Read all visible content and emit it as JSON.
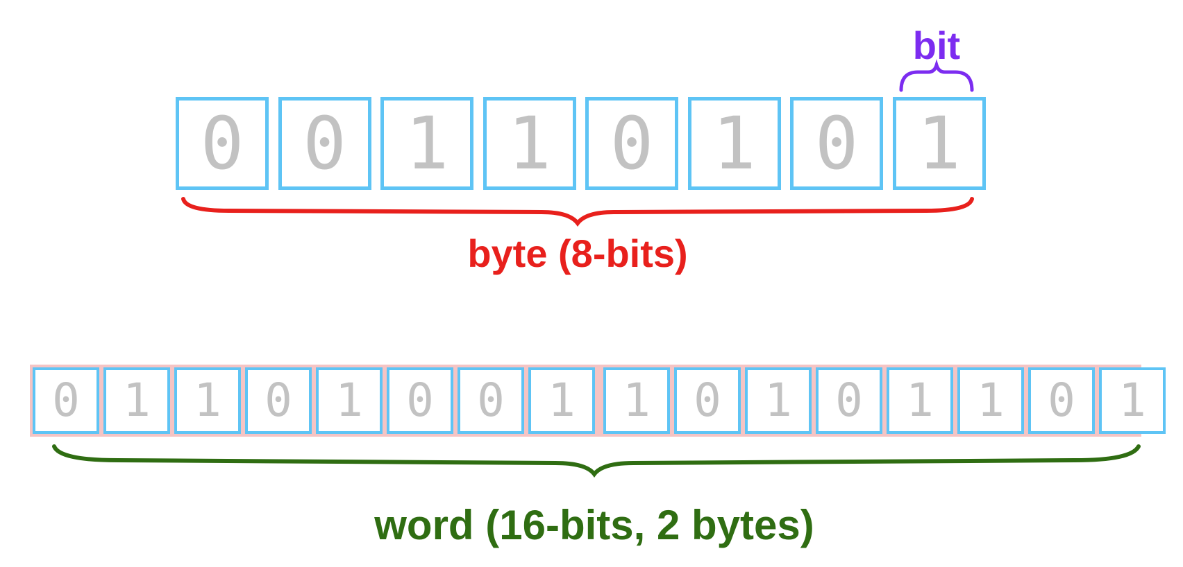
{
  "diagram": {
    "bit_label": "bit",
    "byte_label": "byte (8-bits)",
    "word_label": "word (16-bits,  2 bytes)",
    "byte_bits": [
      "0",
      "0",
      "1",
      "1",
      "0",
      "1",
      "0",
      "1"
    ],
    "word_bits": [
      "0",
      "1",
      "1",
      "0",
      "1",
      "0",
      "0",
      "1",
      "1",
      "0",
      "1",
      "0",
      "1",
      "1",
      "0",
      "1"
    ],
    "colors": {
      "cell_border": "#5ec4f5",
      "digit": "#c2c2c2",
      "bit": "#7c2cf0",
      "byte": "#e8201c",
      "word": "#2f6d12",
      "word_divider": "#f5c4c4"
    }
  }
}
